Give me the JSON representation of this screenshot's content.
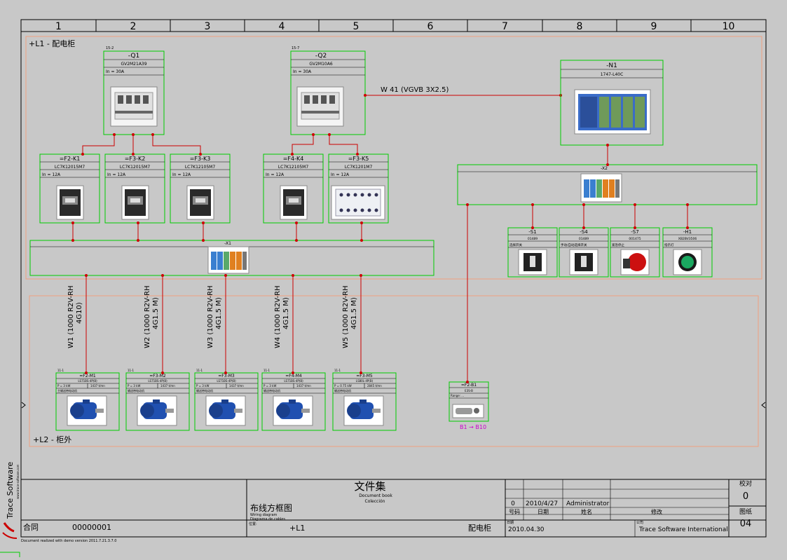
{
  "colors": {
    "background": "#c8c8c8",
    "frame": "#000000",
    "component_box": "#00cc00",
    "wire": "#cc0000",
    "zone_border": "#f0a080",
    "highlight_text": "#cc00cc"
  },
  "columns": [
    "1",
    "2",
    "3",
    "4",
    "5",
    "6",
    "7",
    "8",
    "9",
    "10"
  ],
  "zones": {
    "cabinet_label": "+L1 - 配电柜",
    "field_label": "+L2 - 柜外"
  },
  "breakers": [
    {
      "pos": "15-2",
      "tag": "-Q1",
      "ref": "GV2M21A39",
      "rating": "In = 30A",
      "icon": "breaker-image"
    },
    {
      "pos": "15-7",
      "tag": "-Q2",
      "ref": "GV2M10A6",
      "rating": "In = 30A",
      "icon": "breaker-image"
    }
  ],
  "plc": {
    "tag": "-N1",
    "ref": "1747-L40C",
    "icon": "plc-rack-image"
  },
  "cable_w41": "W 41 (VGVB 3X2.5)",
  "contactors": [
    {
      "tag": "=F2-K1",
      "ref": "LC7K12015M7",
      "rating": "In = 12A",
      "icon": "contactor-image"
    },
    {
      "tag": "=F3-K2",
      "ref": "LC7K12015M7",
      "rating": "In = 12A",
      "icon": "contactor-image"
    },
    {
      "tag": "=F3-K3",
      "ref": "LC7K12105M7",
      "rating": "In = 12A",
      "icon": "contactor-image"
    },
    {
      "tag": "=F4-K4",
      "ref": "LC7K12105M7",
      "rating": "In = 12A",
      "icon": "contactor-image"
    },
    {
      "tag": "=F3-K5",
      "ref": "LC7K1201M7",
      "rating": "In = 12A",
      "icon": "relay-image"
    }
  ],
  "terminal_x1": "-X1",
  "terminal_x2": "-X2",
  "operators": [
    {
      "tag": "-S1",
      "ref": "01489",
      "desc": "选择开关",
      "icon": "selector-switch-image"
    },
    {
      "tag": "-S4",
      "ref": "01489",
      "desc": "手动/自动选择开关",
      "icon": "selector-switch-image"
    },
    {
      "tag": "-S7",
      "ref": "001475",
      "desc": "紧急停止",
      "icon": "emergency-stop-image"
    },
    {
      "tag": "-H1",
      "ref": "XB2BV3506",
      "desc": "指示灯",
      "icon": "pilot-light-image"
    }
  ],
  "cables": [
    {
      "line1": "W1 (1000 R2V-RH",
      "line2": "4G10)"
    },
    {
      "line1": "W2 (1000 R2V-RH",
      "line2": "4G1.5 M)"
    },
    {
      "line1": "W3 (1000 R2V-RH",
      "line2": "4G1.5 M)"
    },
    {
      "line1": "W4 (1000 R2V-RH",
      "line2": "4G1.5 M)"
    },
    {
      "line1": "W5 (1000 R2V-RH",
      "line2": "4G1.5 M)"
    }
  ],
  "motors": [
    {
      "pos": "11-1",
      "tag": "=F2-M1",
      "ref": "LS71BS-4P(B)",
      "power": "P = 3 kW",
      "speed": "1437 t/mn",
      "desc": "主输送带电动机",
      "icon": "motor-image"
    },
    {
      "pos": "11-1",
      "tag": "=F3-M2",
      "ref": "LS71BS-4P(B)",
      "power": "P = 3 kW",
      "speed": "1437 t/mn",
      "desc": "输送带电动机",
      "icon": "motor-image"
    },
    {
      "pos": "11-1",
      "tag": "=F3-M3",
      "ref": "LS71BS-4P(B)",
      "power": "P = 3 kW",
      "speed": "1437 t/mn",
      "desc": "输送带电动机",
      "icon": "motor-image"
    },
    {
      "pos": "11-1",
      "tag": "=F4-M4",
      "ref": "LS71BS-4P(B)",
      "power": "P = 3 kW",
      "speed": "1437 t/mn",
      "desc": "输送带电动机",
      "icon": "motor-image"
    },
    {
      "pos": "11-1",
      "tag": "=F3-M5",
      "ref": "LS80L-4P(B)",
      "power": "P = 0.75 kW",
      "speed": "2845 t/mn",
      "desc": "输送带电动机",
      "icon": "motor-image"
    }
  ],
  "sensor": {
    "tag": "=F2-B1",
    "ref": "E3S-B",
    "desc": "Range: ...",
    "label": "B1 → B10",
    "icon": "proximity-sensor-image"
  },
  "title_block": {
    "folder_cn": "文件集",
    "folder_en": "Document book",
    "folder_es": "Colección",
    "drawing_cn": "布线方框图",
    "drawing_en": "Wiring diagram",
    "drawing_es": "Diagrama de cables",
    "location_label": "位置:",
    "location_value": "+L1",
    "cabinet": "配电柜",
    "contract_label": "合同",
    "contract_value": "00000001",
    "rev_index": "0",
    "rev_date": "2010/4/27",
    "rev_author": "Administrator",
    "col_index": "号码",
    "col_date": "日期",
    "col_name": "姓名",
    "col_change": "修改",
    "date_label": "日期",
    "date_value": "2010.04.30",
    "company_label": "公司",
    "company_value": "Trace Software International",
    "check_label": "校对",
    "check_value": "0",
    "sheet_label": "图纸",
    "sheet_value": "04",
    "logo_text": "Trace Software",
    "logo_url": "www.trace-software.com",
    "footer_note": "Document realized with demo version    2011.7.21.3.7.0"
  }
}
